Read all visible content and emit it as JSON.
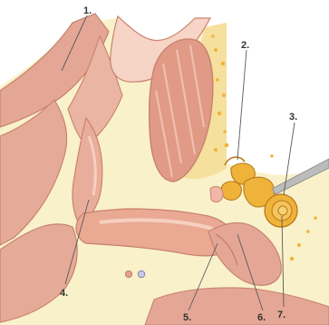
{
  "callouts": [
    {
      "id": "1",
      "label": "1."
    },
    {
      "id": "2",
      "label": "2."
    },
    {
      "id": "3",
      "label": "3."
    },
    {
      "id": "4",
      "label": "4."
    },
    {
      "id": "5",
      "label": "5."
    },
    {
      "id": "6",
      "label": "6."
    },
    {
      "id": "7",
      "label": "7."
    }
  ],
  "colors": {
    "background": "#ffffff",
    "fat_tissue": "#f8eec0",
    "muscle": "#e4a796",
    "muscle_highlight": "#f2c8b8",
    "mucosa_outline": "#c9826e",
    "inner_ear": "#f0b33a",
    "inner_ear_outline": "#b87a1c",
    "instrument": "#bcbcbc"
  }
}
